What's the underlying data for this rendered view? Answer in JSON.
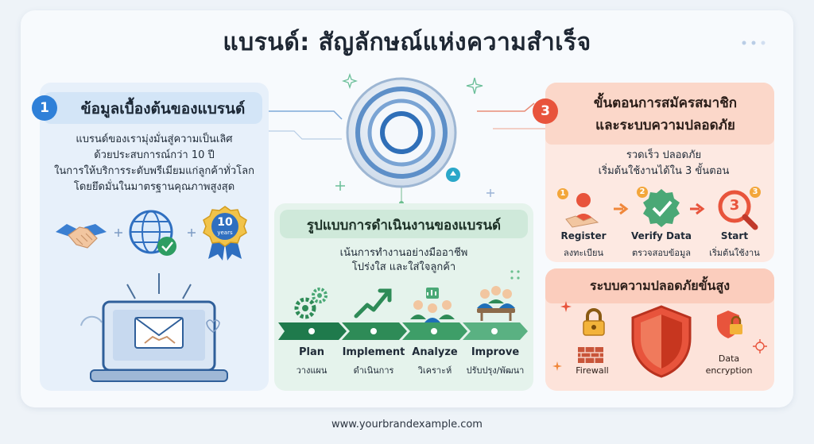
{
  "title": "แบรนด์: สัญลักษณ์แห่งความสำเร็จ",
  "footer_url": "www.yourbrandexample.com",
  "colors": {
    "blue": "#2f80d8",
    "green": "#2e9d62",
    "red": "#e8543c"
  },
  "section1": {
    "number": "1",
    "title": "ข้อมูลเบื้องต้นของแบรนด์",
    "lines": [
      "แบรนด์ของเรามุ่งมั่นสู่ความเป็นเลิศ",
      "ด้วยประสบการณ์กว่า 10 ปี",
      "ในการให้บริการระดับพรีเมียมแก่ลูกค้าทั่วโลก",
      "โดยยึดมั่นในมาตรฐานคุณภาพสูงสุด"
    ],
    "badge_number": "10",
    "badge_text": "years"
  },
  "section2": {
    "title": "รูปแบบการดำเนินงานของแบรนด์",
    "lines": [
      "เน้นการทำงานอย่างมืออาชีพ",
      "โปร่งใส และใส่ใจลูกค้า"
    ],
    "steps": [
      {
        "en": "Plan",
        "th": "วางแผน"
      },
      {
        "en": "Implement",
        "th": "ดำเนินการ"
      },
      {
        "en": "Analyze",
        "th": "วิเคราะห์"
      },
      {
        "en": "Improve",
        "th": "ปรับปรุง/พัฒนา"
      }
    ]
  },
  "section3": {
    "number": "3",
    "title_lines": [
      "ขั้นตอนการสมัครสมาชิก",
      "และระบบความปลอดภัย"
    ],
    "lines": [
      "รวดเร็ว ปลอดภัย",
      "เริ่มต้นใช้งานได้ใน 3 ขั้นตอน"
    ],
    "steps": [
      {
        "num": "1",
        "en": "Register",
        "th": "ลงทะเบียน"
      },
      {
        "num": "2",
        "en": "Verify Data",
        "th": "ตรวจสอบข้อมูล"
      },
      {
        "num": "3",
        "en": "Start",
        "th": "เริ่มต้นใช้งาน"
      }
    ]
  },
  "section4": {
    "title": "ระบบความปลอดภัยขั้นสูง",
    "firewall": "Firewall",
    "encryption_lines": [
      "Data",
      "encryption"
    ]
  }
}
